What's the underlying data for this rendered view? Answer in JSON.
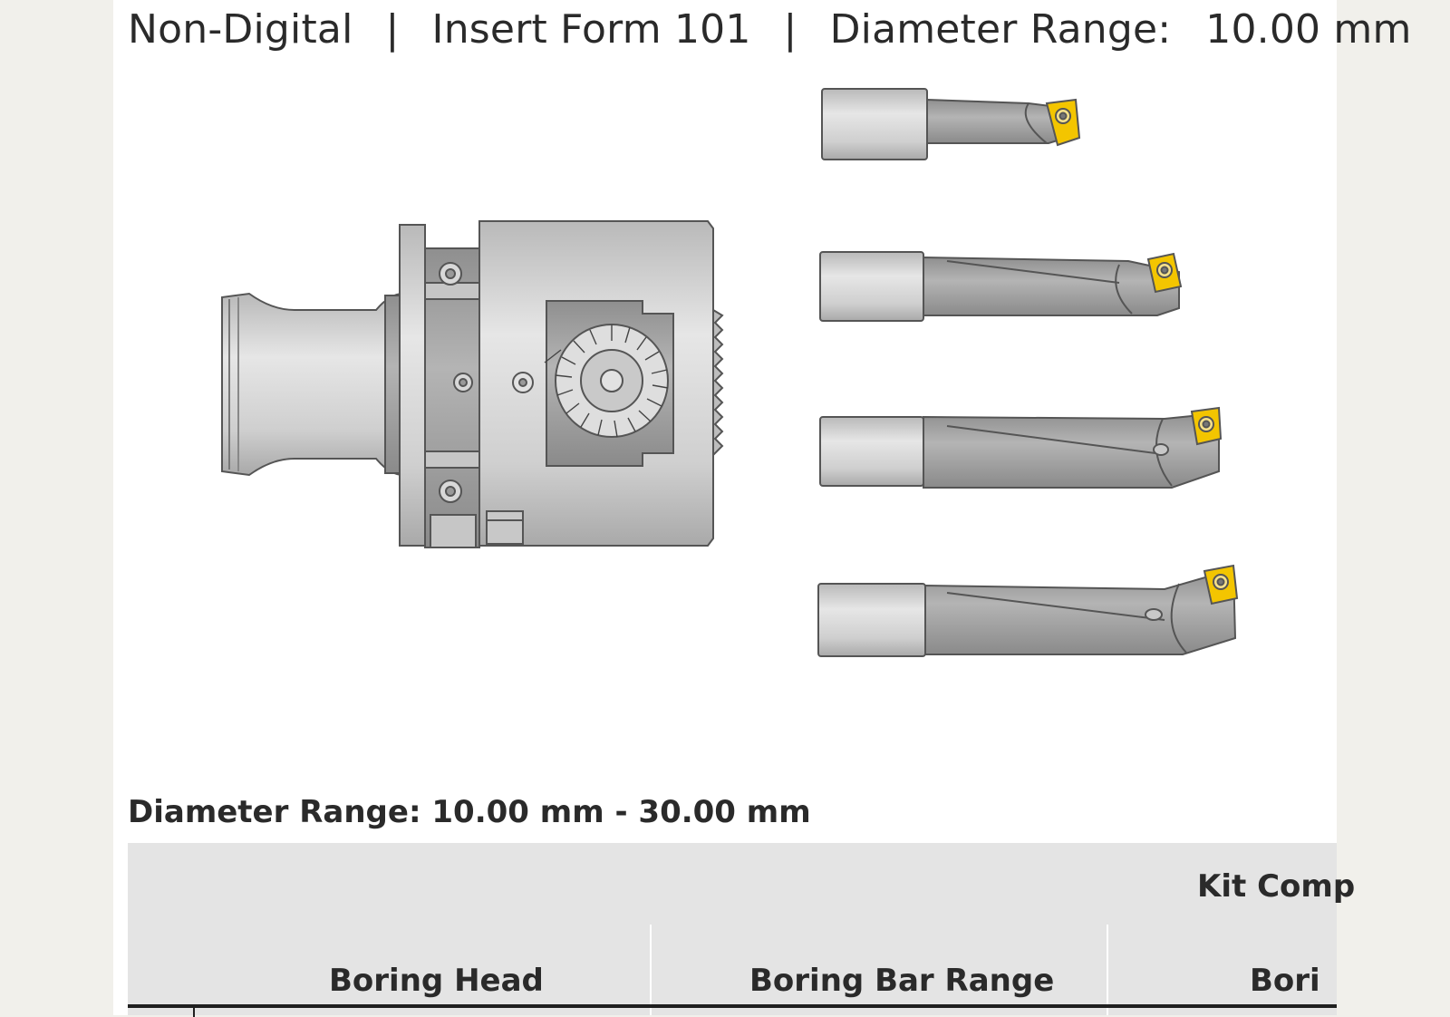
{
  "header": {
    "type": "Non-Digital",
    "separator": "|",
    "insert_form": "Insert Form 101",
    "diameter_label": "Diameter Range:",
    "diameter_value": "10.00 mm"
  },
  "section": {
    "range_text": "Diameter Range: 10.00 mm - 30.00 mm"
  },
  "table": {
    "group_header": "Kit Comp",
    "columns": [
      "Boring Head",
      "Boring Bar Range",
      "Bori"
    ]
  },
  "colors": {
    "tool_gray": "#cfcfcf",
    "tool_dark": "#a8a8a8",
    "insert_yellow": "#f3c500",
    "table_header": "#e4e4e4"
  },
  "illustrations": {
    "main": "boring-head",
    "bars": [
      "boring-bar",
      "boring-bar",
      "boring-bar",
      "boring-bar"
    ]
  }
}
